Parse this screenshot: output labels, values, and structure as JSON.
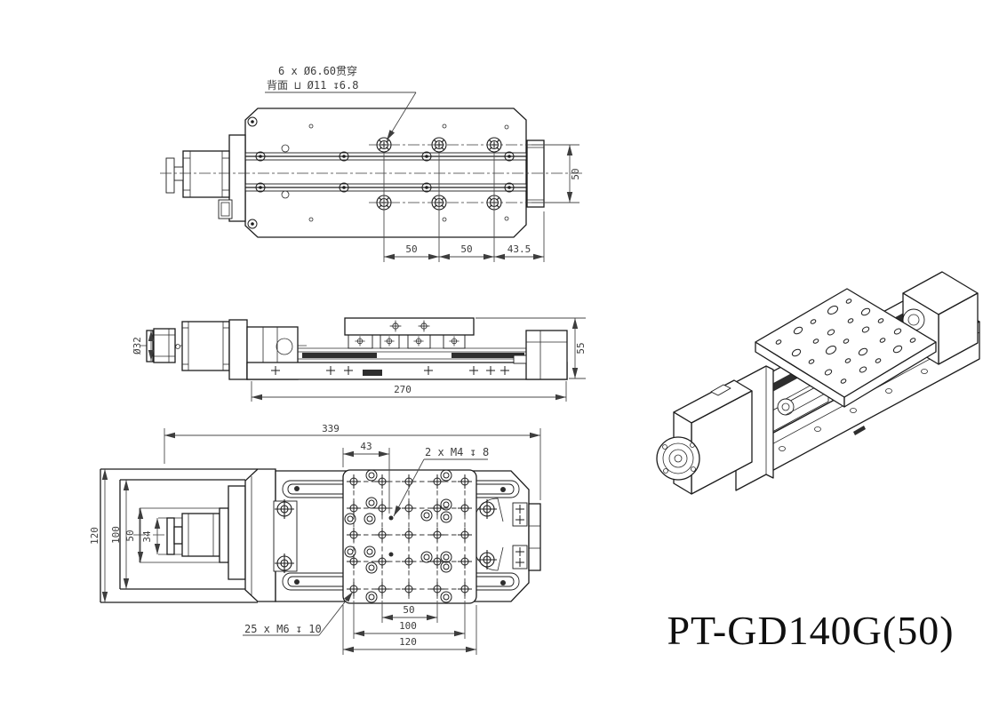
{
  "drawing": {
    "title": "PT-GD140G(50)",
    "callouts": {
      "top_hole_spec_line1": "6 x Ø6.60贯穿",
      "top_hole_spec_line2": "背面 ⊔ Ø11 ↧6.8",
      "m4_spec": "2 x M4 ↧ 8",
      "m6_spec": "25 x M6 ↧ 10"
    },
    "dimensions": {
      "top_view": {
        "hole_row_span": "50",
        "hole_pitch_1": "50",
        "hole_pitch_2": "50",
        "end_offset": "43.5"
      },
      "front_view": {
        "motor_shaft_dia": "Ø32",
        "overall_height": "55",
        "base_length": "270"
      },
      "bottom_view": {
        "overall_length": "339",
        "m4_offset": "43",
        "width_overall": "120",
        "width_inner": "100",
        "width_bracket": "50",
        "width_motor": "34",
        "grid_pitch_50": "50",
        "grid_pitch_100": "100",
        "table_width_120": "120"
      }
    }
  }
}
